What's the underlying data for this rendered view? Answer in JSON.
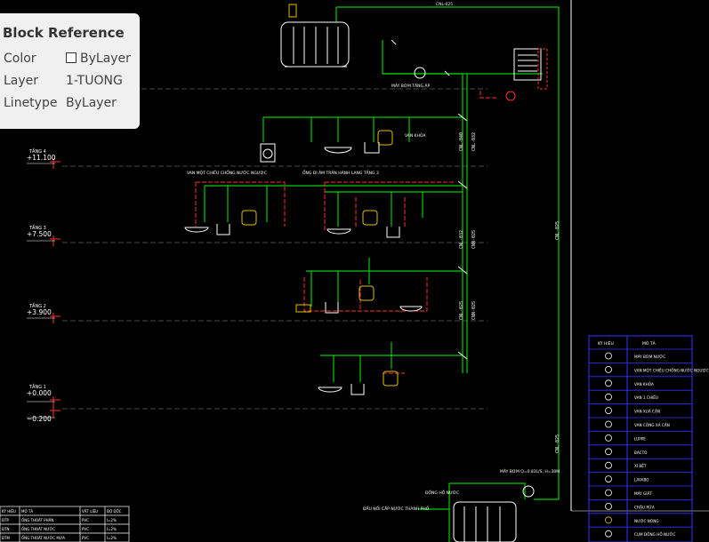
{
  "popup": {
    "title": "Block Reference",
    "rows": [
      {
        "label": "Color",
        "value": "ByLayer"
      },
      {
        "label": "Layer",
        "value": "1-TUONG"
      },
      {
        "label": "Linetype",
        "value": "ByLayer"
      }
    ]
  },
  "floors": [
    {
      "name": "TẦNG 4",
      "level": "+11.100"
    },
    {
      "name": "TẦNG 3",
      "level": "+7.500"
    },
    {
      "name": "TẦNG 2",
      "level": "+3.900"
    },
    {
      "name": "TẦNG 1",
      "level": "+0.000"
    },
    {
      "name": "",
      "level": "−0.200"
    }
  ],
  "legend": {
    "headers": [
      "KÝ HIỆU",
      "MÔ TẢ"
    ],
    "rows": [
      "MÁY BƠM NƯỚC",
      "VAN MỘT CHIỀU CHỐNG NƯỚC NGƯỢC",
      "VAN KHÓA",
      "VAN 1 CHIỀU",
      "VAN XUẢ CẶN",
      "VAN CÔNG XẢ CẶN",
      "LUPPE",
      "BACTO",
      "XÍ BỆT",
      "LAVABO",
      "MÁY GIẶT",
      "CHẬU RỬA",
      "NƯỚC NÓNG",
      "CỤM ĐỒNG HỒ NƯỚC"
    ]
  },
  "pipe_table": {
    "headers": [
      "KÝ HIỆU",
      "MÔ TẢ",
      "VẬT LIỆU",
      "ĐỘ DỐC"
    ],
    "rows": [
      [
        "ĐTP",
        "ỐNG THOÁT PHÂN",
        "PVC",
        "I=2%"
      ],
      [
        "ĐTN",
        "ỐNG THOÁT NƯỚC",
        "PVC",
        "I=2%"
      ],
      [
        "ĐTM",
        "ỐNG THOÁT NƯỚC MƯA",
        "PVC",
        "I=2%"
      ]
    ]
  },
  "annotations": {
    "van_khoa": "VAN KHÓA",
    "van_chong_nguoc": "VAN MỘT CHIỀU CHỐNG NƯỚC NGƯỢC",
    "ong_di_am": "ỐNG ĐI ÂM TRẦN HÀNH LANG TẦNG 3",
    "may_bom_top": "MÁY BƠM TĂNG ÁP",
    "may_bom_bottom": "MÁY BƠM Q=0.83L/S, H=30M",
    "dau_noi": "ĐẦU NỐI CẤP NƯỚC THÀNH PHỐ",
    "dong_ho": "ĐỒNG HỒ NƯỚC",
    "pipe_label": "CNL-025"
  },
  "colors": {
    "pipe_green": "#00cc00",
    "pipe_red": "#ff3030",
    "dash_gray": "#5a5a5a",
    "white": "#ffffff",
    "blue": "#3333ff",
    "yellow": "#e0c000"
  }
}
